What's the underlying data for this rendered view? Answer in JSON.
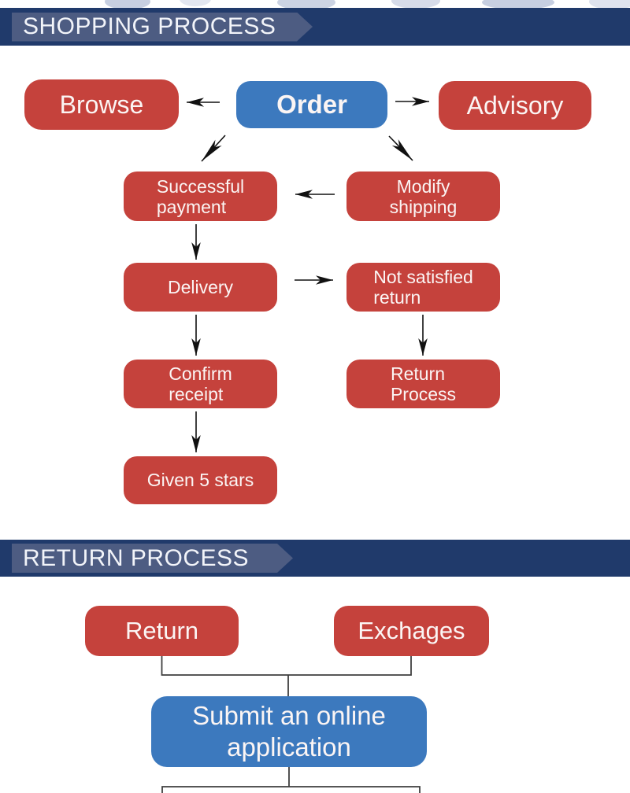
{
  "colors": {
    "banner_background": "#203a6b",
    "banner_inner_shape": "#4d5c82",
    "node_red": "#c5423c",
    "node_blue": "#3c79be",
    "node_text": "#fbf5f4",
    "arrow_line": "#111111",
    "bracket_line": "#3f3f3f"
  },
  "shopping": {
    "header": "SHOPPING PROCESS",
    "nodes": {
      "browse": {
        "label": "Browse",
        "color": "red"
      },
      "order": {
        "label": "Order",
        "color": "blue"
      },
      "advisory": {
        "label": "Advisory",
        "color": "red"
      },
      "successful_payment": {
        "label": "Successful\npayment",
        "color": "red"
      },
      "modify_shipping": {
        "label": "Modify\nshipping",
        "color": "red"
      },
      "delivery": {
        "label": "Delivery",
        "color": "red"
      },
      "not_satisfied_return": {
        "label": "Not satisfied\nreturn",
        "color": "red"
      },
      "confirm_receipt": {
        "label": "Confirm\nreceipt",
        "color": "red"
      },
      "return_process": {
        "label": "Return\nProcess",
        "color": "red"
      },
      "given_5_stars": {
        "label": "Given 5 stars",
        "color": "red"
      }
    },
    "edges": [
      {
        "from": "order",
        "to": "browse"
      },
      {
        "from": "order",
        "to": "advisory"
      },
      {
        "from": "order",
        "to": "successful_payment"
      },
      {
        "from": "order",
        "to": "modify_shipping"
      },
      {
        "from": "modify_shipping",
        "to": "successful_payment"
      },
      {
        "from": "successful_payment",
        "to": "delivery"
      },
      {
        "from": "delivery",
        "to": "not_satisfied_return"
      },
      {
        "from": "delivery",
        "to": "confirm_receipt"
      },
      {
        "from": "not_satisfied_return",
        "to": "return_process"
      },
      {
        "from": "confirm_receipt",
        "to": "given_5_stars"
      }
    ]
  },
  "returns": {
    "header": "RETURN PROCESS",
    "nodes": {
      "return": {
        "label": "Return",
        "color": "red"
      },
      "exchages": {
        "label": "Exchages",
        "color": "red"
      },
      "submit_application": {
        "label": "Submit an online\napplication",
        "color": "blue"
      }
    },
    "edges": [
      {
        "from": "return",
        "to": "submit_application"
      },
      {
        "from": "exchages",
        "to": "submit_application"
      }
    ]
  }
}
